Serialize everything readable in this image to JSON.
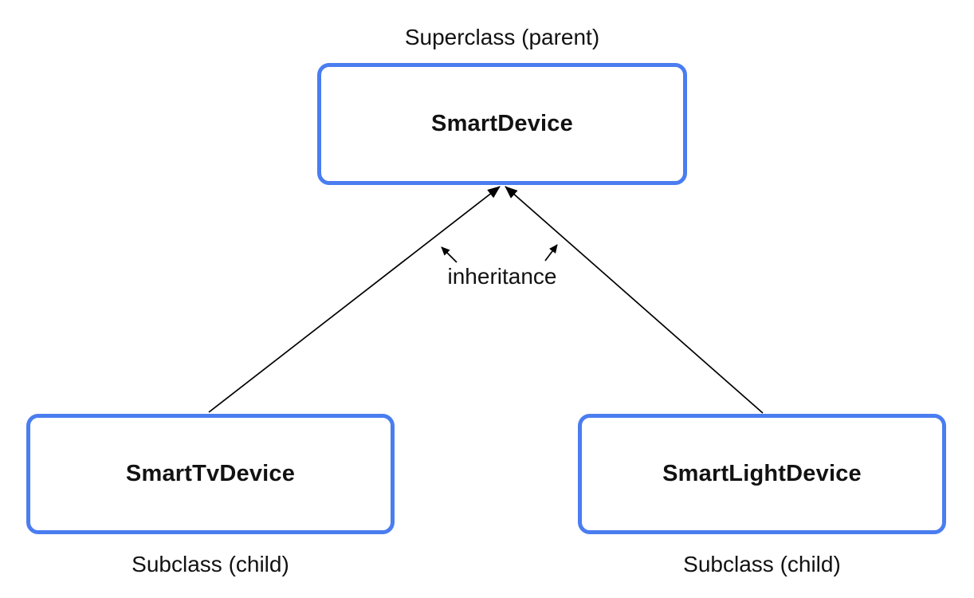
{
  "diagram": {
    "parent": {
      "role_label": "Superclass (parent)",
      "class_name": "SmartDevice"
    },
    "children": [
      {
        "class_name": "SmartTvDevice",
        "role_label": "Subclass (child)"
      },
      {
        "class_name": "SmartLightDevice",
        "role_label": "Subclass (child)"
      }
    ],
    "edge_label": "inheritance",
    "edges": [
      {
        "from": "SmartTvDevice",
        "to": "SmartDevice",
        "type": "inheritance"
      },
      {
        "from": "SmartLightDevice",
        "to": "SmartDevice",
        "type": "inheritance"
      }
    ]
  },
  "colors": {
    "box_border": "#4A7DF0",
    "box_fill": "#FFFFFF",
    "background": "#FFFFFF",
    "arrow": "#000000",
    "text": "#121212"
  }
}
